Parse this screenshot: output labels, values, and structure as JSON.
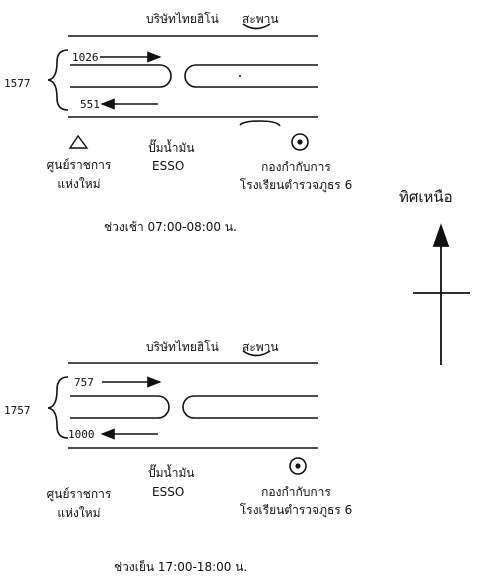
{
  "north_label": "ทิศเหนือ",
  "panels": [
    {
      "company": "บริษัทไทยฮิโน่",
      "bridge": "สะพาน",
      "total": "1577",
      "flow_east": "1026",
      "flow_west": "551",
      "landmark_left": "ศูนย์ราชการ",
      "landmark_left_2": "แห่งใหม่",
      "gas_station": "ปั๊มน้ำมัน",
      "gas_brand": "ESSO",
      "police_1": "กองกำกับการ",
      "police_2": "โรงเรียนตำรวจภูธร 6",
      "period": "ช่วงเช้า 07:00-08:00 น."
    },
    {
      "company": "บริษัทไทยฮิโน่",
      "bridge": "สะพาน",
      "total": "1757",
      "flow_east": "757",
      "flow_west": "1000",
      "landmark_left": "ศูนย์ราชการ",
      "landmark_left_2": "แห่งใหม่",
      "gas_station": "ปั๊มน้ำมัน",
      "gas_brand": "ESSO",
      "police_1": "กองกำกับการ",
      "police_2": "โรงเรียนตำรวจภูธร 6",
      "period": "ช่วงเย็น 17:00-18:00 น."
    }
  ]
}
